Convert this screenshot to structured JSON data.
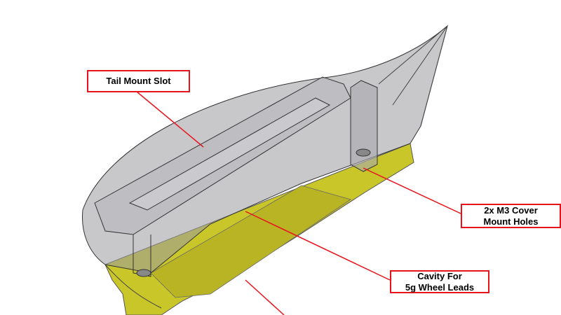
{
  "callouts": {
    "tail_mount_slot": "Tail Mount Slot",
    "cover_holes_line1": "2x M3 Cover",
    "cover_holes_line2": "Mount Holes",
    "cavity_line1": "Cavity For",
    "cavity_line2": "5g Wheel Leads"
  },
  "colors": {
    "callout": "#e8141c",
    "hull": "#a8a8ab",
    "weight_cavity": "#c9c62a"
  }
}
